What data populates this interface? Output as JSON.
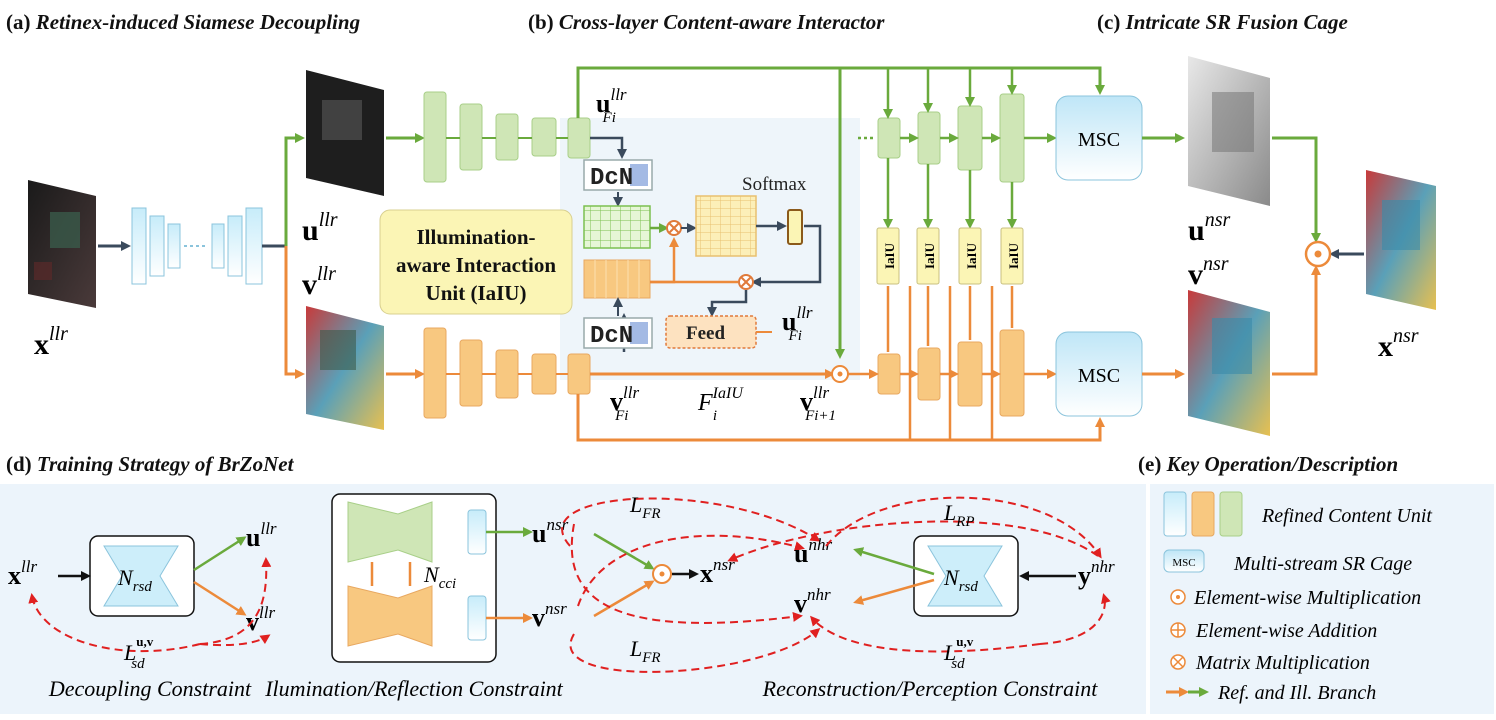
{
  "sections": {
    "a": {
      "label": "(a)",
      "title": "Retinex-induced Siamese Decoupling"
    },
    "b": {
      "label": "(b)",
      "title": "Cross-layer Content-aware Interactor"
    },
    "c": {
      "label": "(c)",
      "title": "Intricate SR Fusion Cage"
    },
    "d": {
      "label": "(d)",
      "title": "Training Strategy of  BrZoNet"
    },
    "e": {
      "label": "(e)",
      "title": "Key Operation/Description"
    }
  },
  "top": {
    "input_base": "x",
    "input_sup": "llr",
    "u_base": "u",
    "u_sup": "llr",
    "v_base": "v",
    "v_sup": "llr",
    "iaiu_box": [
      "Illumination-",
      "aware Interaction",
      "Unit (IaIU)"
    ],
    "dcn": "DcN",
    "softmax": "Softmax",
    "feed": "Feed",
    "iaiu_small": "IaIU",
    "msc": "MSC",
    "uF_base": "u",
    "uF_sup": "llr",
    "uF_sub": "Fi",
    "vF_base": "v",
    "vF_sup": "llr",
    "vF_sub": "Fi",
    "F_base": "F",
    "F_sup": "IaIU",
    "F_sub": "i",
    "vF1_base": "v",
    "vF1_sup": "llr",
    "vF1_sub": "Fi+1",
    "unsr_base": "u",
    "unsr_sup": "nsr",
    "vnsr_base": "v",
    "vnsr_sup": "nsr",
    "xnsr_base": "x",
    "xnsr_sup": "nsr"
  },
  "training": {
    "decoupling": "Decoupling Constraint",
    "illum": "Ilumination/Reflection Constraint",
    "recon": "Reconstruction/Perception Constraint",
    "N_rsd": "N",
    "N_rsd_sub": "rsd",
    "N_cci": "N",
    "N_cci_sub": "cci",
    "L_sd": "L",
    "L_sd_sub": "sd",
    "L_sd_sup": "u,v",
    "L_FR": "L",
    "L_FR_sub": "FR",
    "L_RP": "L",
    "L_RP_sub": "RP",
    "x_llr_base": "x",
    "x_llr_sup": "llr",
    "u_llr_base": "u",
    "u_llr_sup": "llr",
    "v_llr_base": "v",
    "v_llr_sup": "llr",
    "u_nsr_base": "u",
    "u_nsr_sup": "nsr",
    "v_nsr_base": "v",
    "v_nsr_sup": "nsr",
    "x_nsr_base": "x",
    "x_nsr_sup": "nsr",
    "u_nhr_base": "u",
    "u_nhr_sup": "nhr",
    "v_nhr_base": "v",
    "v_nhr_sup": "nhr",
    "y_nhr_base": "y",
    "y_nhr_sup": "nhr"
  },
  "legend": {
    "refined": "Refined Content Unit",
    "msc_chip": "MSC",
    "msc": "Multi-stream SR Cage",
    "elem_mult": "Element-wise Multiplication",
    "elem_add": "Element-wise Addition",
    "matrix_mult": "Matrix Multiplication",
    "branch": "Ref. and Ill. Branch"
  },
  "colors": {
    "green": "#6aaa3c",
    "orange": "#ec8a3a",
    "green_fill": "#cfe6b6",
    "orange_fill": "#f8c880",
    "blue_fill": "#dff2fb",
    "dark": "#3a4a5c",
    "red_dash": "#e02020",
    "yellow_box": "#fbf5b5"
  }
}
